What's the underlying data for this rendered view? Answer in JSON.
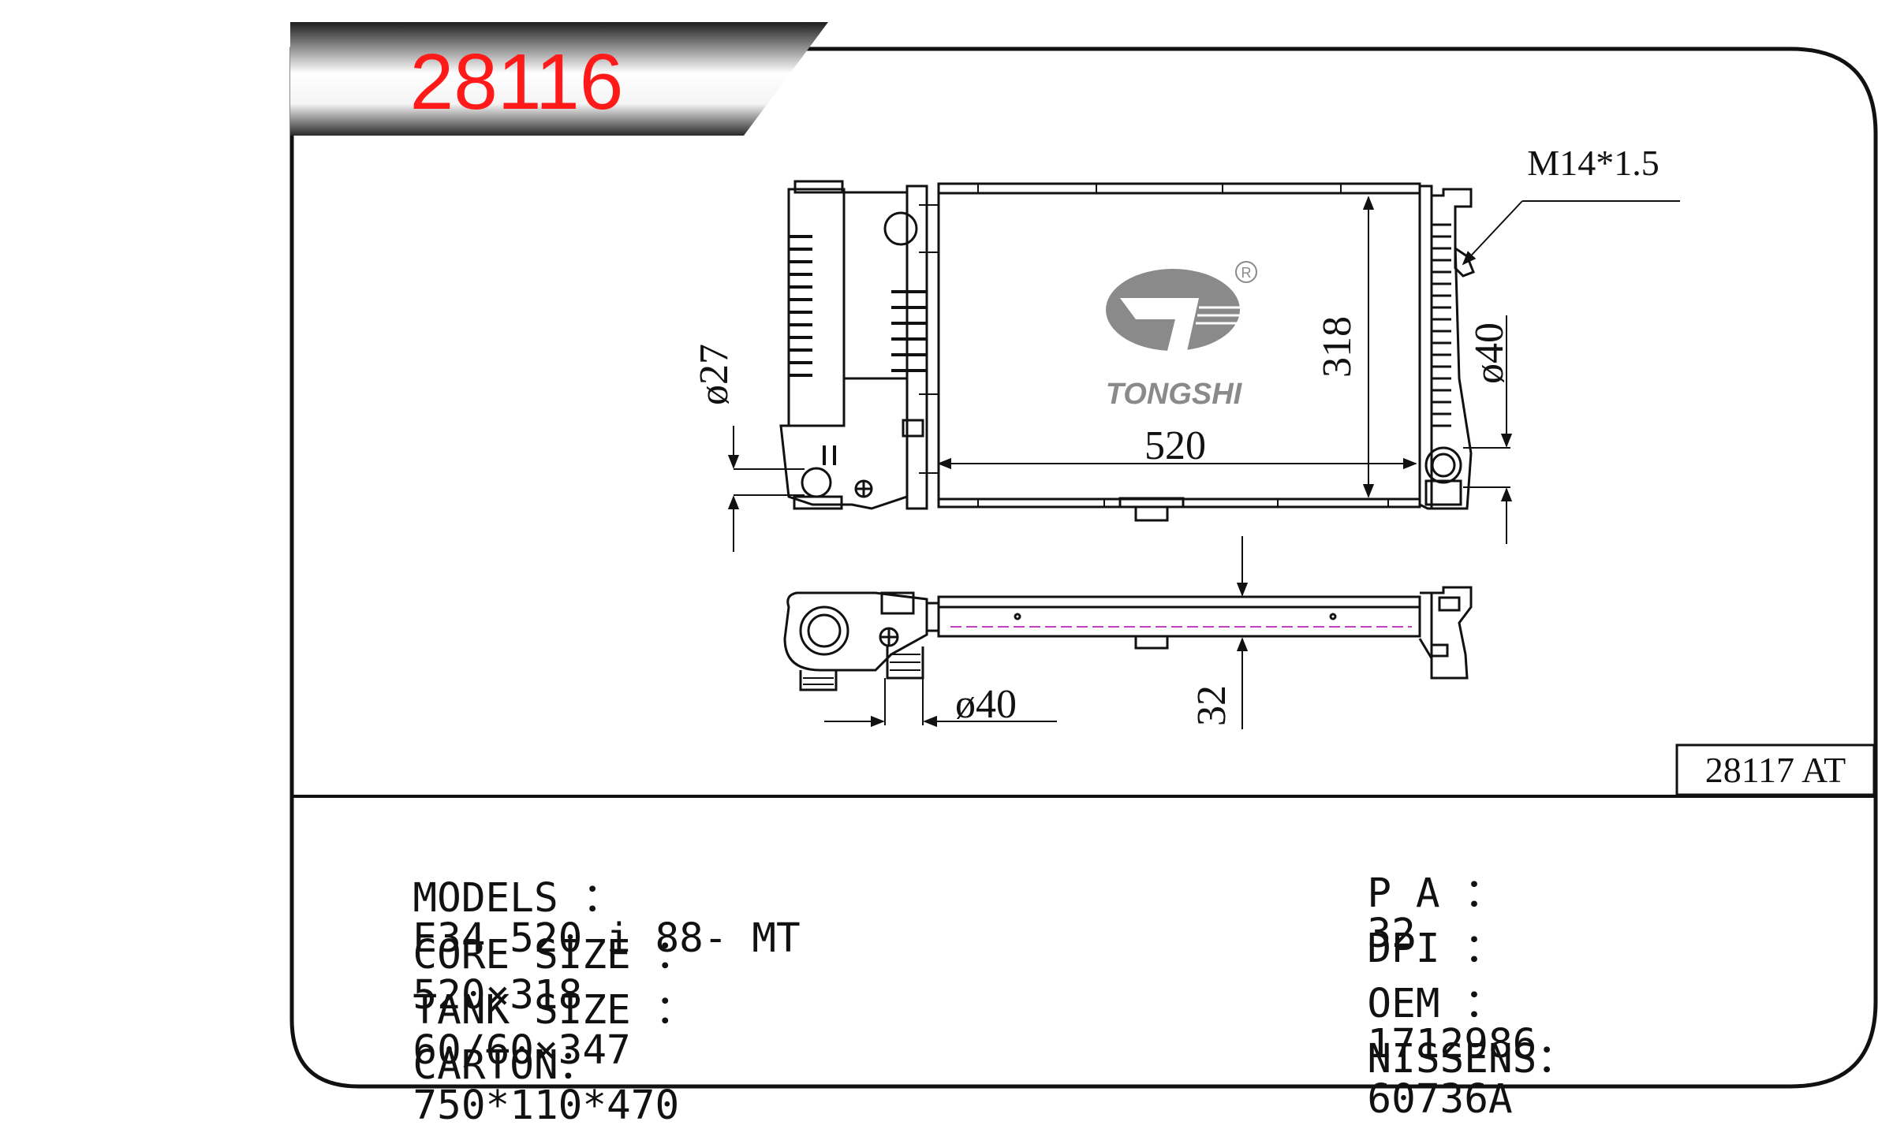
{
  "part_number": "28116",
  "alt_part": "28117 AT",
  "thread_label": "M14*1.5",
  "brand": "TONGSHI",
  "registered_mark": "R",
  "dimensions": {
    "core_width": "520",
    "core_height": "318",
    "inlet_dia": "ø27",
    "outlet_dia": "ø40",
    "bottom_pipe_dia": "ø40",
    "thickness": "32"
  },
  "specs_left": [
    {
      "label": "MODELS ：",
      "value": "E34 520 i 88- MT"
    },
    {
      "label": "CORE SIZE ：",
      "value": "520×318"
    },
    {
      "label": "TANK SIZE ：",
      "value": "60/60×347"
    },
    {
      "label": "CARTON：",
      "value": "750*110*470"
    }
  ],
  "specs_right": [
    {
      "label": "P A ：",
      "value": "32"
    },
    {
      "label": "DPI ：",
      "value": ""
    },
    {
      "label": "OEM ：",
      "value": "1712986"
    },
    {
      "label": "NISSENS：",
      "value": "60736A"
    }
  ],
  "colors": {
    "part_number": "#ff1a1a",
    "logo": "#8a8a8a",
    "line": "#111111",
    "dashed": "#c040c0"
  }
}
